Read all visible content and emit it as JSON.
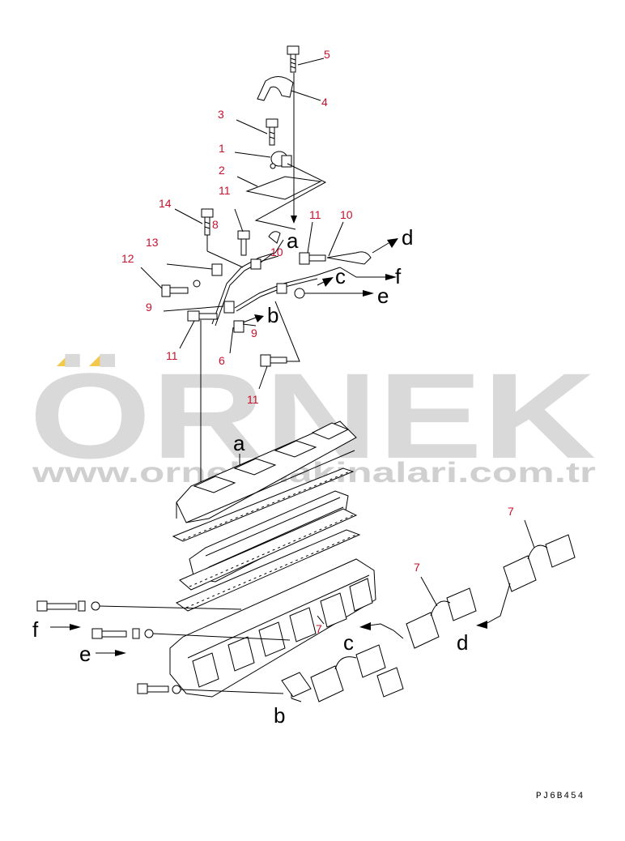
{
  "watermark": {
    "brand": "ÖRNEK",
    "url": "www.ornekmakinalari.com.tr"
  },
  "drawing_code": "PJ6B454",
  "callouts": [
    "1",
    "2",
    "3",
    "4",
    "5",
    "6",
    "7",
    "8",
    "9",
    "10",
    "11",
    "12",
    "13",
    "14"
  ],
  "connector_letters": [
    "a",
    "b",
    "c",
    "d",
    "e",
    "f"
  ],
  "colors": {
    "callout": "#c8102e",
    "line": "#000000",
    "watermark": "#d9d9d9"
  }
}
